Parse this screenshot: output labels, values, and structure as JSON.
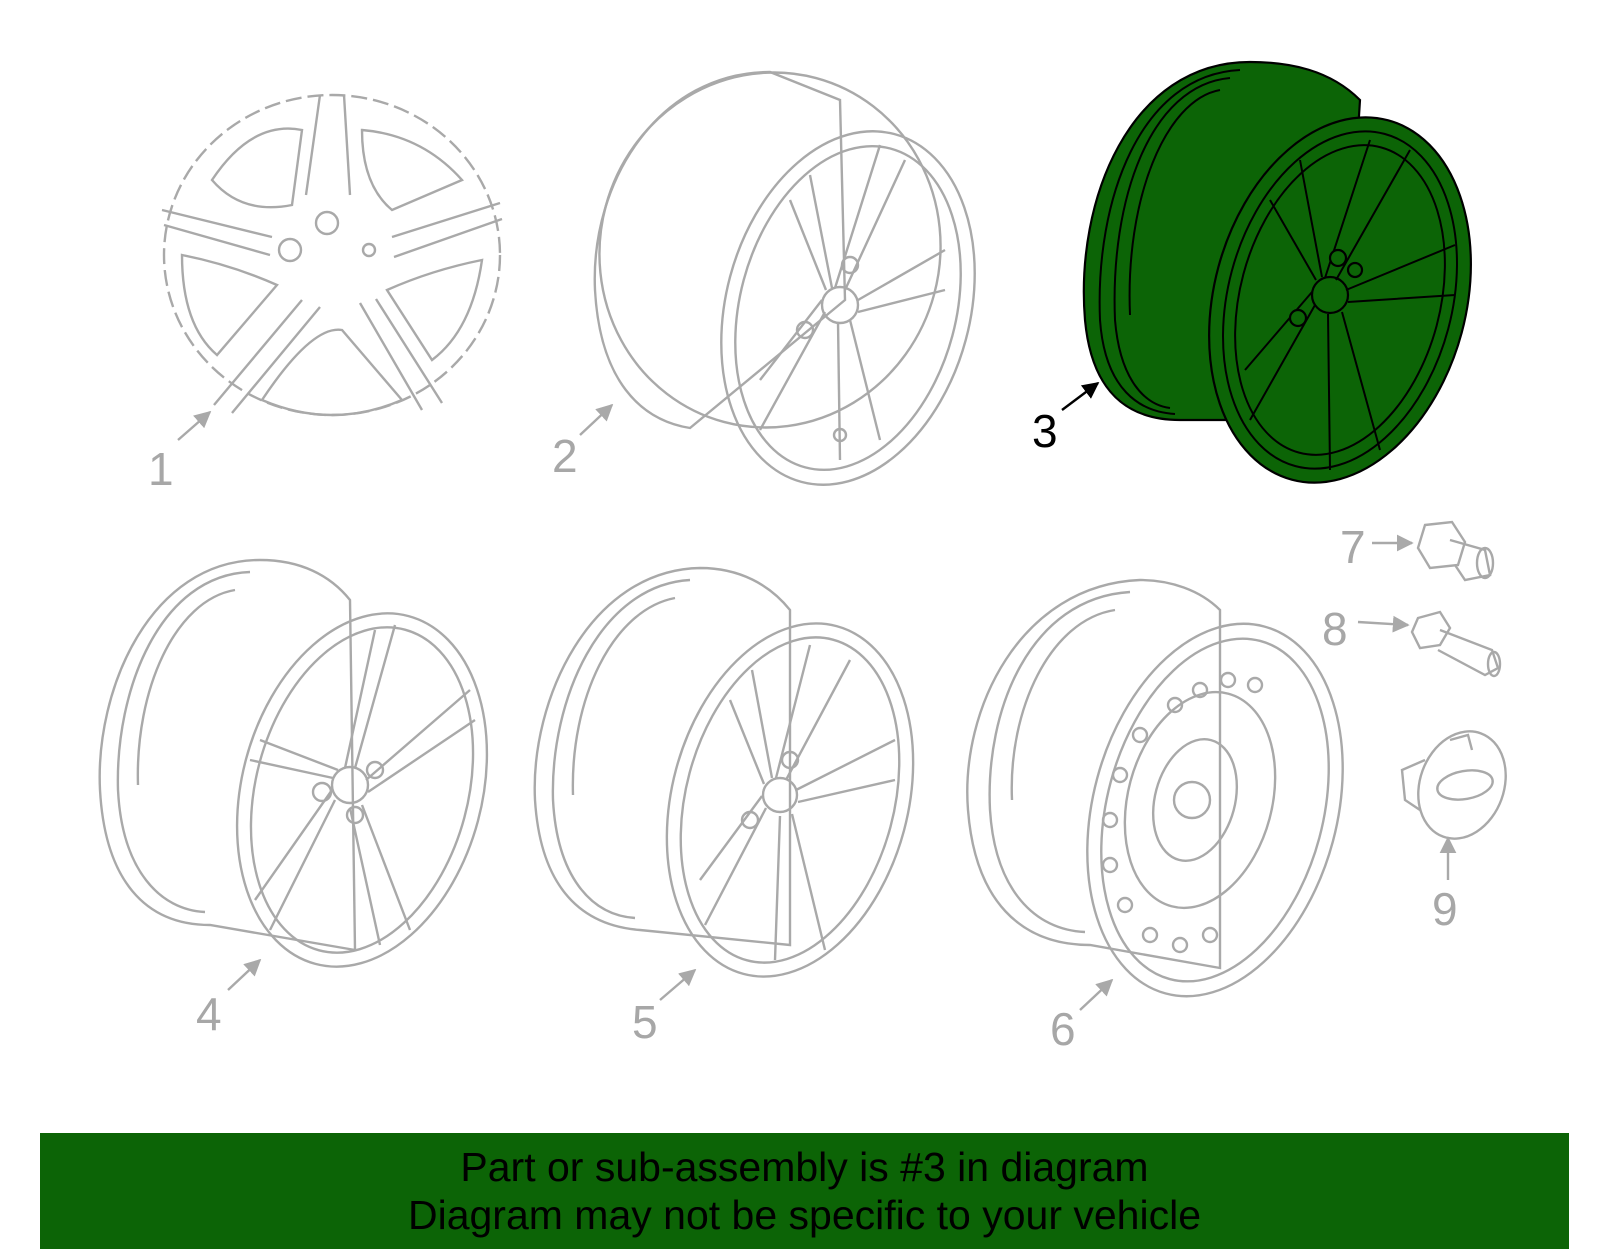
{
  "colors": {
    "highlight_fill": "#0c6406",
    "banner_background": "#0c6406",
    "part_outline": "#a9a9a9",
    "callout_inactive": "#a7a7a7",
    "callout_active": "#000000"
  },
  "highlighted_part": "3",
  "callouts": [
    "1",
    "2",
    "3",
    "4",
    "5",
    "6",
    "7",
    "8",
    "9"
  ],
  "parts": [
    {
      "id": "1",
      "icon": "five-spoke-wheel-face-icon"
    },
    {
      "id": "2",
      "icon": "alloy-wheel-icon"
    },
    {
      "id": "3",
      "icon": "alloy-wheel-icon",
      "highlighted": true
    },
    {
      "id": "4",
      "icon": "double-spoke-alloy-wheel-icon"
    },
    {
      "id": "5",
      "icon": "alloy-wheel-icon"
    },
    {
      "id": "6",
      "icon": "steel-wheel-icon"
    },
    {
      "id": "7",
      "icon": "lug-nut-icon"
    },
    {
      "id": "8",
      "icon": "tpms-valve-stem-icon"
    },
    {
      "id": "9",
      "icon": "center-cap-icon"
    }
  ],
  "banner": {
    "line1": "Part or sub-assembly is #3 in diagram",
    "line2": "Diagram may not be specific to your vehicle"
  }
}
